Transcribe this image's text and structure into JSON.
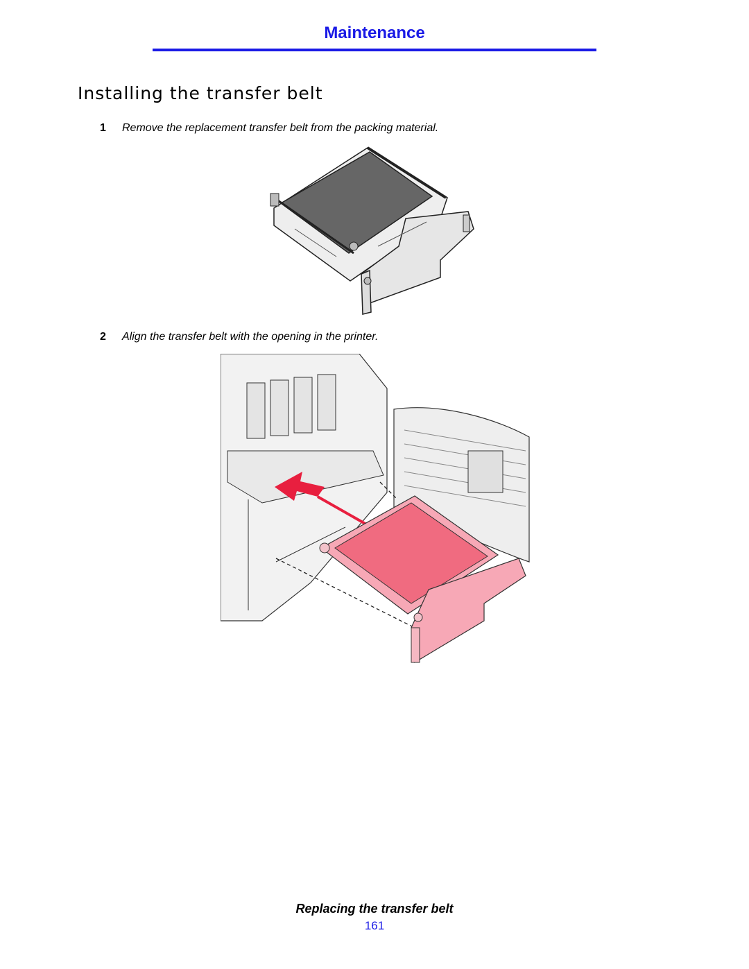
{
  "header": {
    "title": "Maintenance",
    "accent_color": "#1a1ae6"
  },
  "section": {
    "title": "Installing the transfer belt"
  },
  "steps": [
    {
      "number": "1",
      "text": "Remove the replacement transfer belt from the packing material."
    },
    {
      "number": "2",
      "text": "Align the transfer belt with the opening in the printer."
    }
  ],
  "footer": {
    "title": "Replacing the transfer belt",
    "page_number": "161"
  }
}
